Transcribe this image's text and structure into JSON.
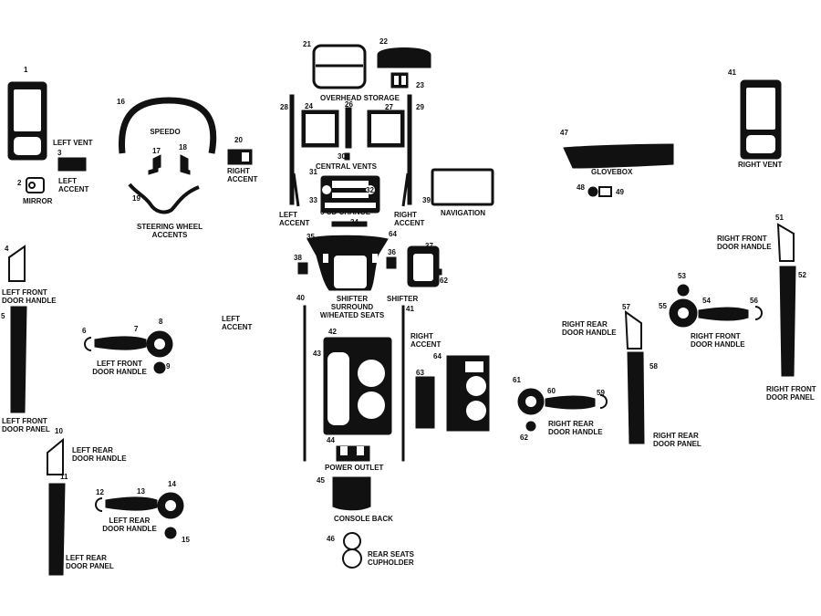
{
  "colors": {
    "ink": "#111111",
    "paper": "#ffffff"
  },
  "numbers": [
    "1",
    "2",
    "3",
    "4",
    "5",
    "6",
    "7",
    "8",
    "9",
    "10",
    "11",
    "12",
    "13",
    "14",
    "15",
    "16",
    "17",
    "18",
    "19",
    "20",
    "21",
    "22",
    "23",
    "24",
    "26",
    "27",
    "28",
    "29",
    "30",
    "31",
    "32",
    "33",
    "34",
    "35",
    "36",
    "37",
    "38",
    "39",
    "40",
    "41",
    "41",
    "42",
    "43",
    "44",
    "45",
    "46",
    "47",
    "48",
    "49",
    "51",
    "52",
    "53",
    "54",
    "55",
    "56",
    "57",
    "58",
    "59",
    "60",
    "61",
    "62",
    "62",
    "63",
    "64",
    "64"
  ],
  "labels": {
    "left_vent": [
      "LEFT VENT"
    ],
    "left_accent_top": [
      "LEFT",
      "ACCENT"
    ],
    "mirror": [
      "MIRROR"
    ],
    "speedo": [
      "SPEEDO"
    ],
    "steering": [
      "STEERING WHEEL",
      "ACCENTS"
    ],
    "right_accent_top": [
      "RIGHT",
      "ACCENT"
    ],
    "overhead": [
      "OVERHEAD STORAGE"
    ],
    "central_vents": [
      "CENTRAL VENTS"
    ],
    "left_accent_mid": [
      "LEFT",
      "ACCENT"
    ],
    "cd_change": [
      "6 CD CHANGE"
    ],
    "right_accent_mid": [
      "RIGHT",
      "ACCENT"
    ],
    "navigation": [
      "NAVIGATION"
    ],
    "glovebox": [
      "GLOVEBOX"
    ],
    "right_vent": [
      "RIGHT VENT"
    ],
    "lf_handle_top": [
      "LEFT FRONT",
      "DOOR HANDLE"
    ],
    "lf_handle_mid": [
      "LEFT FRONT",
      "DOOR HANDLE"
    ],
    "lf_panel": [
      "LEFT FRONT",
      "DOOR PANEL"
    ],
    "left_accent_low": [
      "LEFT",
      "ACCENT"
    ],
    "shifter_surround": [
      "SHIFTER",
      "SURROUND",
      "W/HEATED SEATS"
    ],
    "shifter": [
      "SHIFTER"
    ],
    "right_accent_low": [
      "RIGHT",
      "ACCENT"
    ],
    "rf_handle_top": [
      "RIGHT FRONT",
      "DOOR HANDLE"
    ],
    "rf_handle_mid": [
      "RIGHT FRONT",
      "DOOR HANDLE"
    ],
    "rf_panel": [
      "RIGHT FRONT",
      "DOOR PANEL"
    ],
    "rr_handle_top": [
      "RIGHT REAR",
      "DOOR HANDLE"
    ],
    "rr_handle_mid": [
      "RIGHT REAR",
      "DOOR HANDLE"
    ],
    "rr_panel": [
      "RIGHT REAR",
      "DOOR PANEL"
    ],
    "lr_handle_top": [
      "LEFT REAR",
      "DOOR HANDLE"
    ],
    "lr_handle_mid": [
      "LEFT REAR",
      "DOOR HANDLE"
    ],
    "lr_panel": [
      "LEFT REAR",
      "DOOR PANEL"
    ],
    "power_outlet": [
      "POWER OUTLET"
    ],
    "console_back": [
      "CONSOLE BACK"
    ],
    "rear_cup": [
      "REAR SEATS",
      "CUPHOLDER"
    ]
  }
}
